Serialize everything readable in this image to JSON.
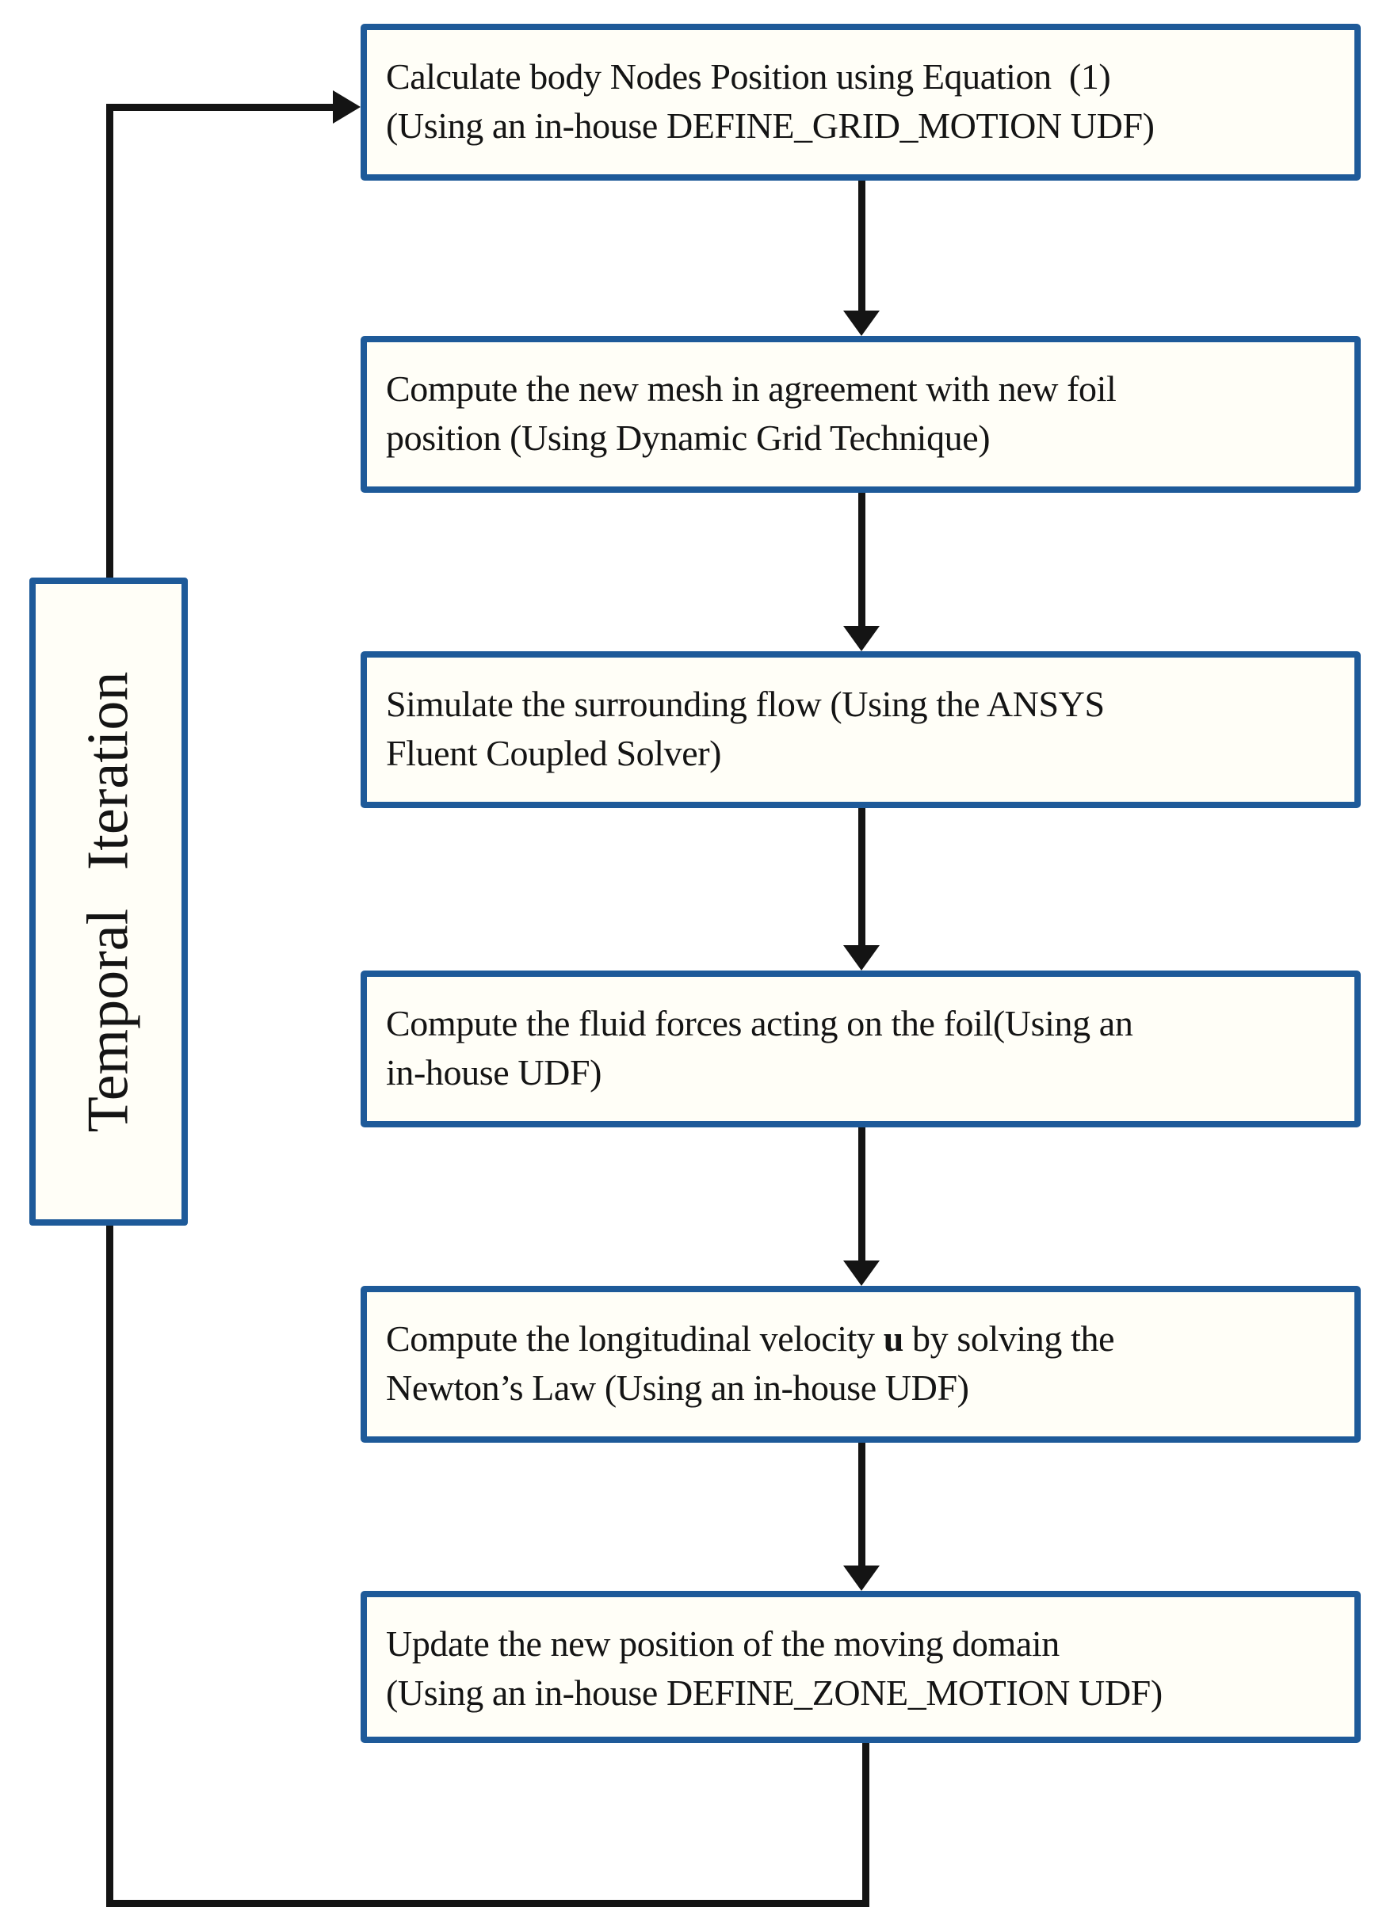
{
  "diagram": {
    "side_label": {
      "text": "Temporal Iteration"
    },
    "steps": [
      {
        "text": "Calculate body Nodes Position using Equation  (1)\n(Using an in-house DEFINE_GRID_MOTION UDF)"
      },
      {
        "text": "Compute the new mesh in agreement with new foil\nposition (Using Dynamic Grid Technique)"
      },
      {
        "text": "Simulate the surrounding flow (Using the ANSYS\nFluent Coupled Solver)"
      },
      {
        "text": "Compute the fluid forces acting on the foil(Using an\nin-house UDF)"
      },
      {
        "pre": "Compute the longitudinal velocity ",
        "bold": "u",
        "post": " by solving the\nNewton’s Law (Using an in-house UDF)"
      },
      {
        "text": "Update the new position of the moving domain\n(Using an in-house DEFINE_ZONE_MOTION UDF)"
      }
    ],
    "colors": {
      "box_border": "#1e5a99",
      "box_background": "#fffef7",
      "line": "#141414",
      "text": "#141414",
      "page_background": "#ffffff"
    }
  }
}
